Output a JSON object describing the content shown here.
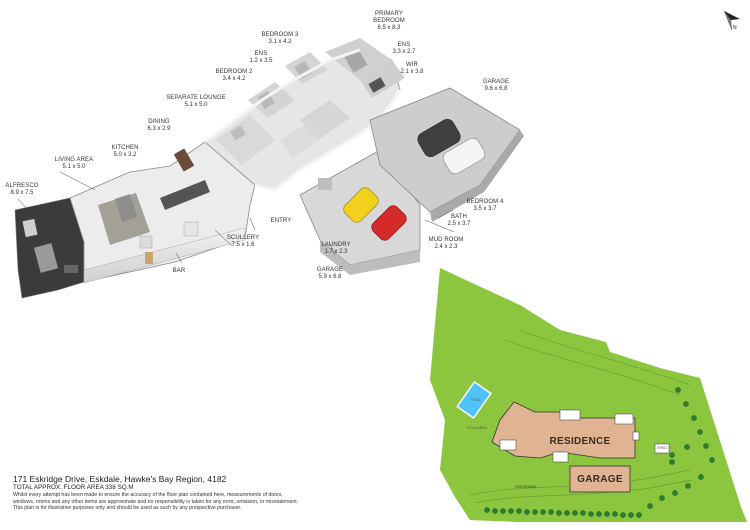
{
  "rooms": [
    {
      "id": "primary-bedroom",
      "name_lines": [
        "PRIMARY",
        "BEDROOM"
      ],
      "dim": "6.5 x 8.3"
    },
    {
      "id": "bedroom-3",
      "name_lines": [
        "BEDROOM 3"
      ],
      "dim": "3.1 x 4.2"
    },
    {
      "id": "ens-1",
      "name_lines": [
        "ENS"
      ],
      "dim": "1.2 x 3.5"
    },
    {
      "id": "ens-2",
      "name_lines": [
        "ENS"
      ],
      "dim": "3.3 x 2.7"
    },
    {
      "id": "wir",
      "name_lines": [
        "WIR"
      ],
      "dim": "2.1 x 3.8"
    },
    {
      "id": "bedroom-2",
      "name_lines": [
        "BEDROOM 2"
      ],
      "dim": "3.4 x 4.2"
    },
    {
      "id": "separate-lounge",
      "name_lines": [
        "SEPARATE LOUNGE"
      ],
      "dim": "5.1 x 5.0"
    },
    {
      "id": "garage-top",
      "name_lines": [
        "GARAGE"
      ],
      "dim": "9.6 x 6.8"
    },
    {
      "id": "dining",
      "name_lines": [
        "DINING"
      ],
      "dim": "6.3 x 2.9"
    },
    {
      "id": "kitchen",
      "name_lines": [
        "KITCHEN"
      ],
      "dim": "5.0 x 3.2"
    },
    {
      "id": "living-area",
      "name_lines": [
        "LIVING AREA"
      ],
      "dim": "5.1 x 5.0"
    },
    {
      "id": "alfresco",
      "name_lines": [
        "ALFRESCO"
      ],
      "dim": "8.9 x 7.5"
    },
    {
      "id": "bedroom-4",
      "name_lines": [
        "BEDROOM 4"
      ],
      "dim": "3.5 x 3.7"
    },
    {
      "id": "bath",
      "name_lines": [
        "BATH"
      ],
      "dim": "2.5 x 3.7"
    },
    {
      "id": "entry",
      "name_lines": [
        "ENTRY"
      ],
      "dim": ""
    },
    {
      "id": "scullery",
      "name_lines": [
        "SCULLERY"
      ],
      "dim": "7.5 x 1.6"
    },
    {
      "id": "laundry",
      "name_lines": [
        "LAUNDRY"
      ],
      "dim": "1.7 x 2.3"
    },
    {
      "id": "mud-room",
      "name_lines": [
        "MUD ROOM"
      ],
      "dim": "2.4 x 2.3"
    },
    {
      "id": "bar",
      "name_lines": [
        "BAR"
      ],
      "dim": ""
    },
    {
      "id": "garage-bottom",
      "name_lines": [
        "GARAGE"
      ],
      "dim": "5.9 x 6.8"
    }
  ],
  "site": {
    "residence_label": "RESIDENCE",
    "garage_label": "GARAGE",
    "shed_label": "SHED",
    "driveway_label": "DRIVEWAY",
    "pool_label": "POOL",
    "pool_area_label": "POOL AREA",
    "grass_color": "#8cc63f",
    "building_color": "#e0b493"
  },
  "footer": {
    "address": "171 Eskridge Drive, Eskdale, Hawke's Bay Region, 4182",
    "total_area": "TOTAL APPROX. FLOOR AREA 338 SQ.M",
    "disclaimer_lines": [
      "Whilst every attempt has been made to ensure the accuracy of the floor plan contained here, measurements of doors,",
      "windows, rooms and any other items are approximate and no responsibility is taken for any error, omission, or misstatement.",
      "This plan is for illustrative purposes only and should be used as such by any prospective purchaser."
    ]
  },
  "compass": {
    "label": "N",
    "icon": "north-arrow-icon"
  }
}
